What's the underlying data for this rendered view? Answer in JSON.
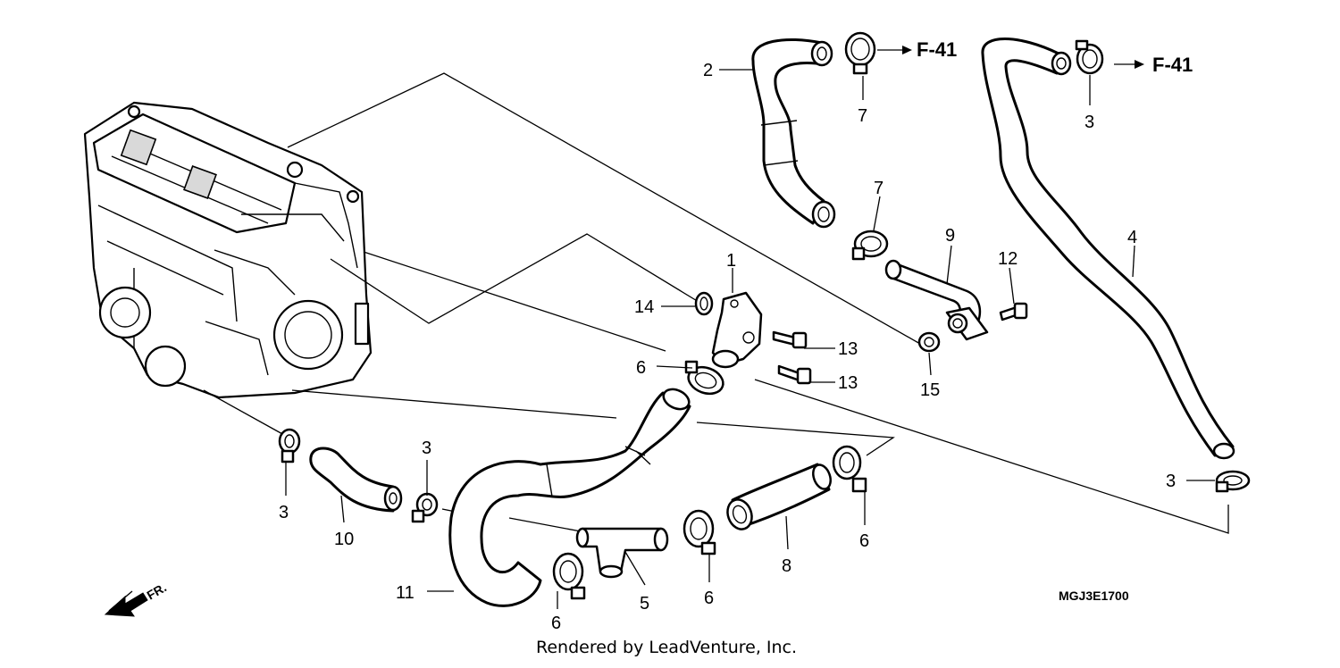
{
  "labels": {
    "p1": "1",
    "p2": "2",
    "p3a": "3",
    "p3b": "3",
    "p3c": "3",
    "p3d": "3",
    "p4": "4",
    "p5": "5",
    "p6a": "6",
    "p6b": "6",
    "p6c": "6",
    "p6d": "6",
    "p7a": "7",
    "p7b": "7",
    "p8": "8",
    "p9": "9",
    "p10": "10",
    "p11": "11",
    "p12": "12",
    "p13a": "13",
    "p13b": "13",
    "p14": "14",
    "p15": "15"
  },
  "references": {
    "ref_left": "F-41",
    "ref_right": "F-41"
  },
  "direction": "FR.",
  "diagram_code": "MGJ3E1700",
  "credit": "Rendered by LeadVenture, Inc."
}
